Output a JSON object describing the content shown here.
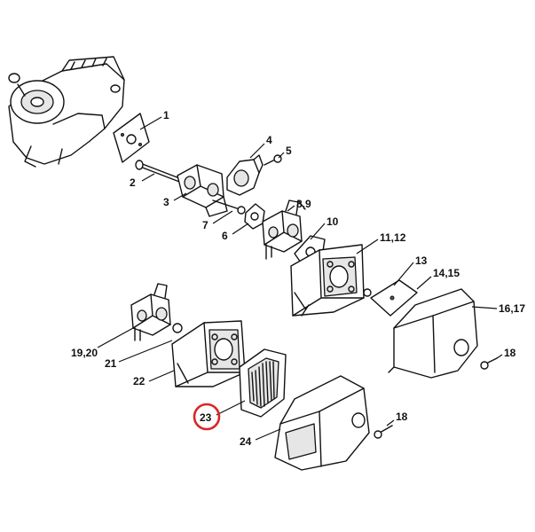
{
  "diagram": {
    "callouts": {
      "c1": "1",
      "c2": "2",
      "c3": "3",
      "c4": "4",
      "c5": "5",
      "c6": "6",
      "c7": "7",
      "c89": "8,9",
      "c10": "10",
      "c1112": "11,12",
      "c13": "13",
      "c1415": "14,15",
      "c1617": "16,17",
      "c18a": "18",
      "c1920": "19,20",
      "c21": "21",
      "c22": "22",
      "c23": "23",
      "c24": "24",
      "c18b": "18"
    },
    "highlighted_callout": "23",
    "highlight_color": "#d62828"
  }
}
